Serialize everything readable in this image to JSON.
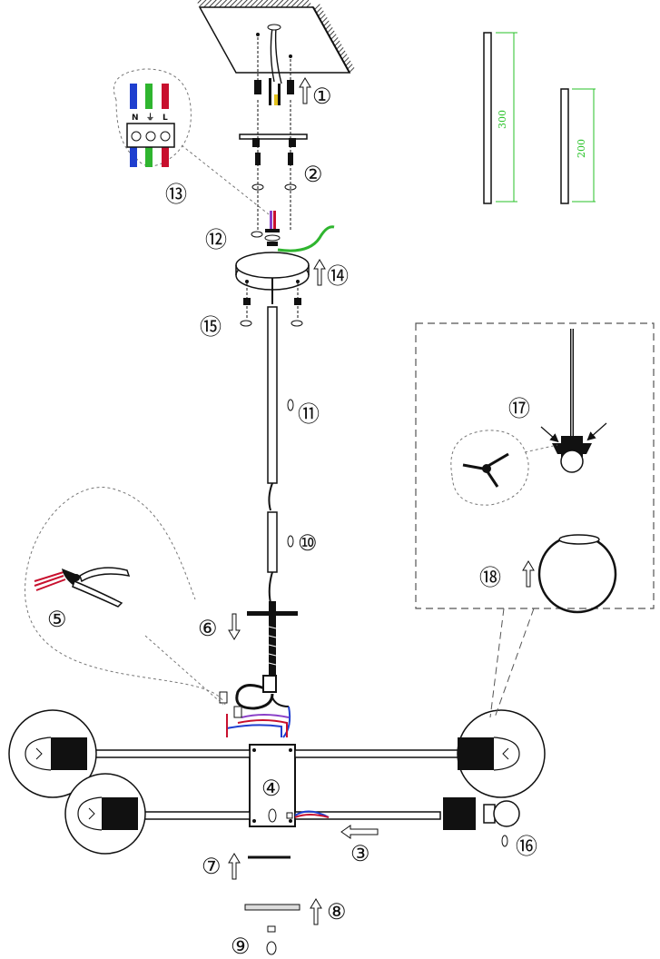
{
  "steps": [
    {
      "id": "step-1",
      "label": "①"
    },
    {
      "id": "step-2",
      "label": "②"
    },
    {
      "id": "step-3",
      "label": "③"
    },
    {
      "id": "step-4",
      "label": "④"
    },
    {
      "id": "step-5",
      "label": "⑤"
    },
    {
      "id": "step-6",
      "label": "⑥"
    },
    {
      "id": "step-7",
      "label": "⑦"
    },
    {
      "id": "step-8",
      "label": "⑧"
    },
    {
      "id": "step-9",
      "label": "⑨"
    },
    {
      "id": "step-10",
      "label": "⑩"
    },
    {
      "id": "step-11",
      "label": "⑪"
    },
    {
      "id": "step-12",
      "label": "⑫"
    },
    {
      "id": "step-13",
      "label": "⑬"
    },
    {
      "id": "step-14",
      "label": "⑭"
    },
    {
      "id": "step-15",
      "label": "⑮"
    },
    {
      "id": "step-16",
      "label": "⑯"
    },
    {
      "id": "step-17",
      "label": "⑰"
    },
    {
      "id": "step-18",
      "label": "⑱"
    }
  ],
  "rods": {
    "long_rod_length": "300",
    "short_rod_length": "200"
  },
  "terminal_block": {
    "neutral": "N",
    "earth": "⏚",
    "live": "L"
  },
  "colors": {
    "line": "#111111",
    "dimension": "#27c227",
    "wire_red": "#c8102e",
    "wire_blue": "#1f3fcf",
    "wire_green": "#2fb52f",
    "wire_purple": "#8a3fc8"
  }
}
